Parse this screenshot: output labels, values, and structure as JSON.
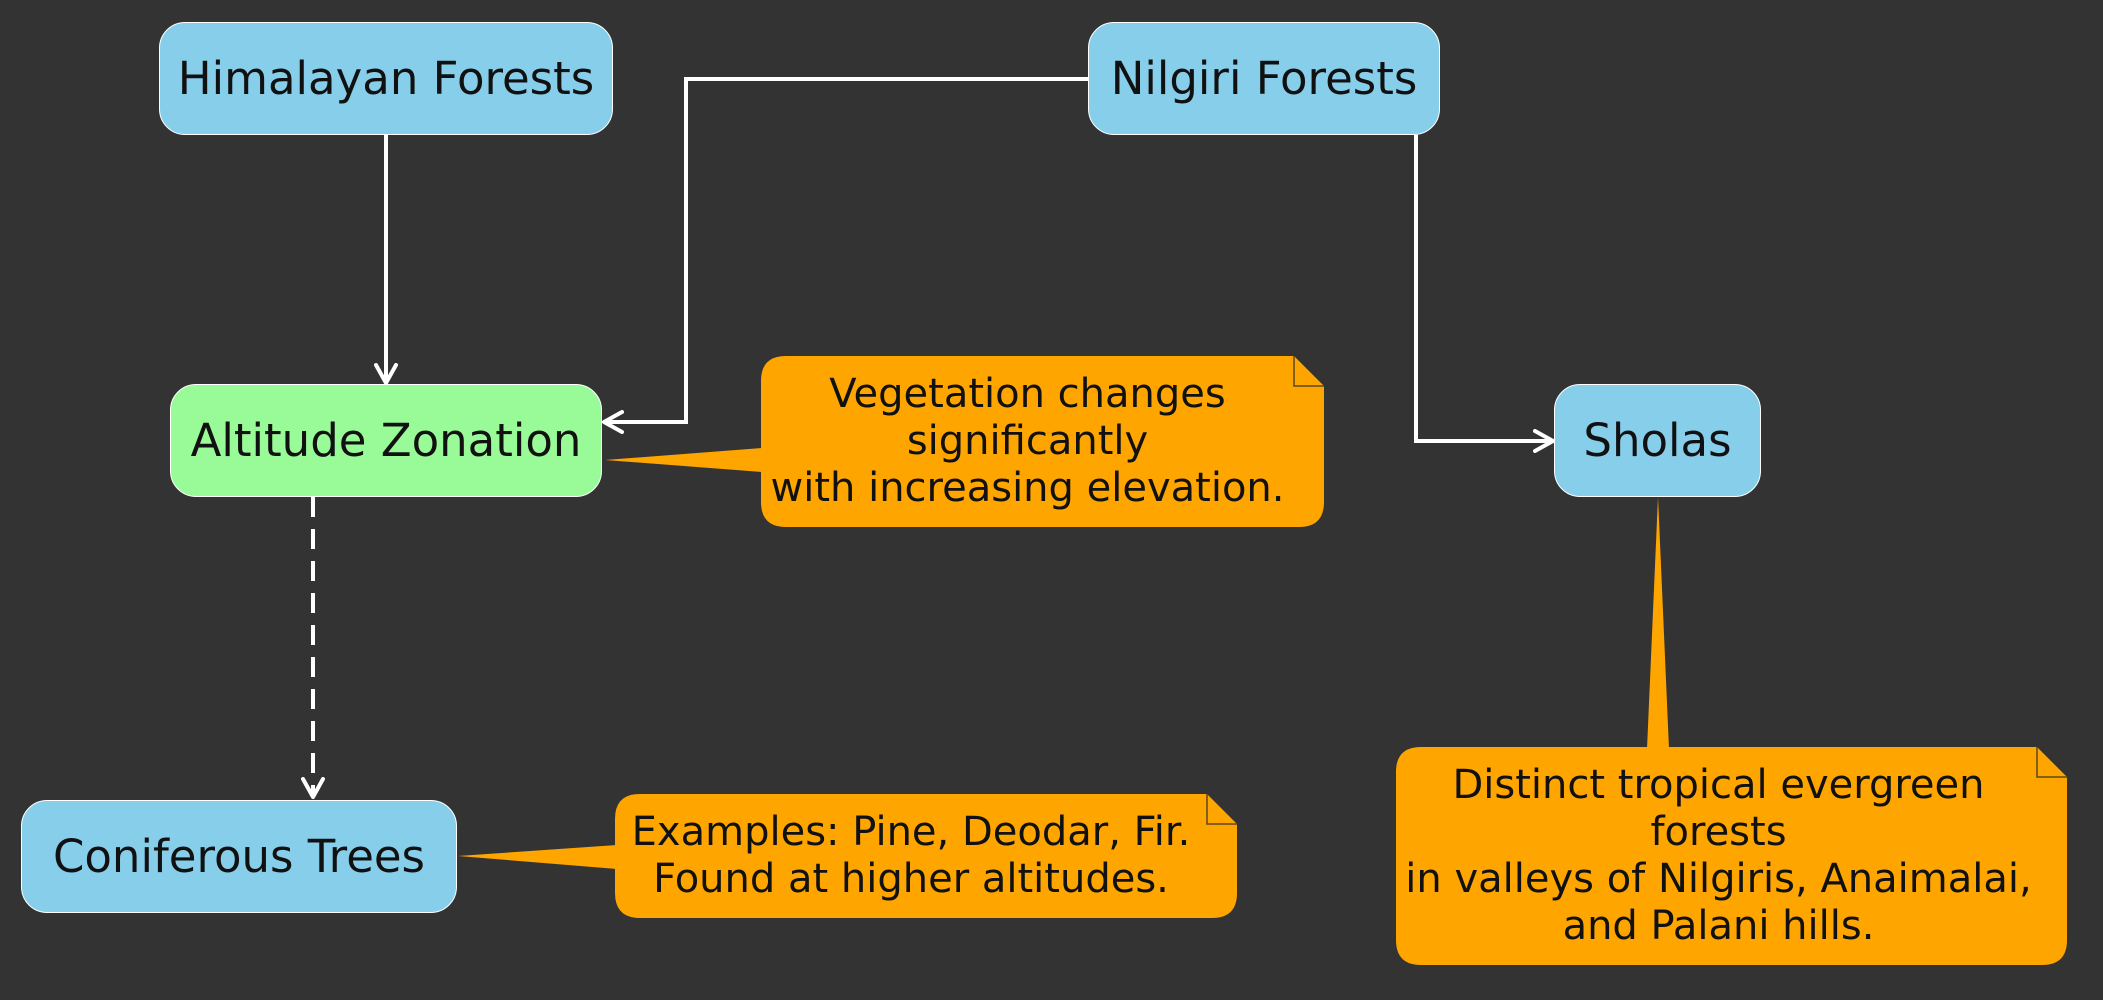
{
  "colors": {
    "background": "#333333",
    "node_blue": "#87CEEB",
    "node_green": "#98FB98",
    "note_orange": "#FFA500",
    "edge": "#FFFFFF"
  },
  "nodes": {
    "himalayan": "Himalayan Forests",
    "nilgiri": "Nilgiri Forests",
    "altitude": "Altitude Zonation",
    "sholas": "Sholas",
    "coniferous": "Coniferous Trees"
  },
  "notes": {
    "altitude": [
      "Vegetation changes",
      "significantly",
      "with increasing elevation."
    ],
    "coniferous": [
      "Examples: Pine, Deodar, Fir.",
      "Found at higher altitudes."
    ],
    "sholas": [
      "Distinct tropical evergreen",
      "forests",
      "in valleys of Nilgiris, Anaimalai,",
      "and Palani hills."
    ]
  },
  "edges": [
    {
      "from": "Himalayan Forests",
      "to": "Altitude Zonation",
      "style": "solid"
    },
    {
      "from": "Nilgiri Forests",
      "to": "Altitude Zonation",
      "style": "solid"
    },
    {
      "from": "Nilgiri Forests",
      "to": "Sholas",
      "style": "solid"
    },
    {
      "from": "Altitude Zonation",
      "to": "Coniferous Trees",
      "style": "dashed"
    }
  ]
}
